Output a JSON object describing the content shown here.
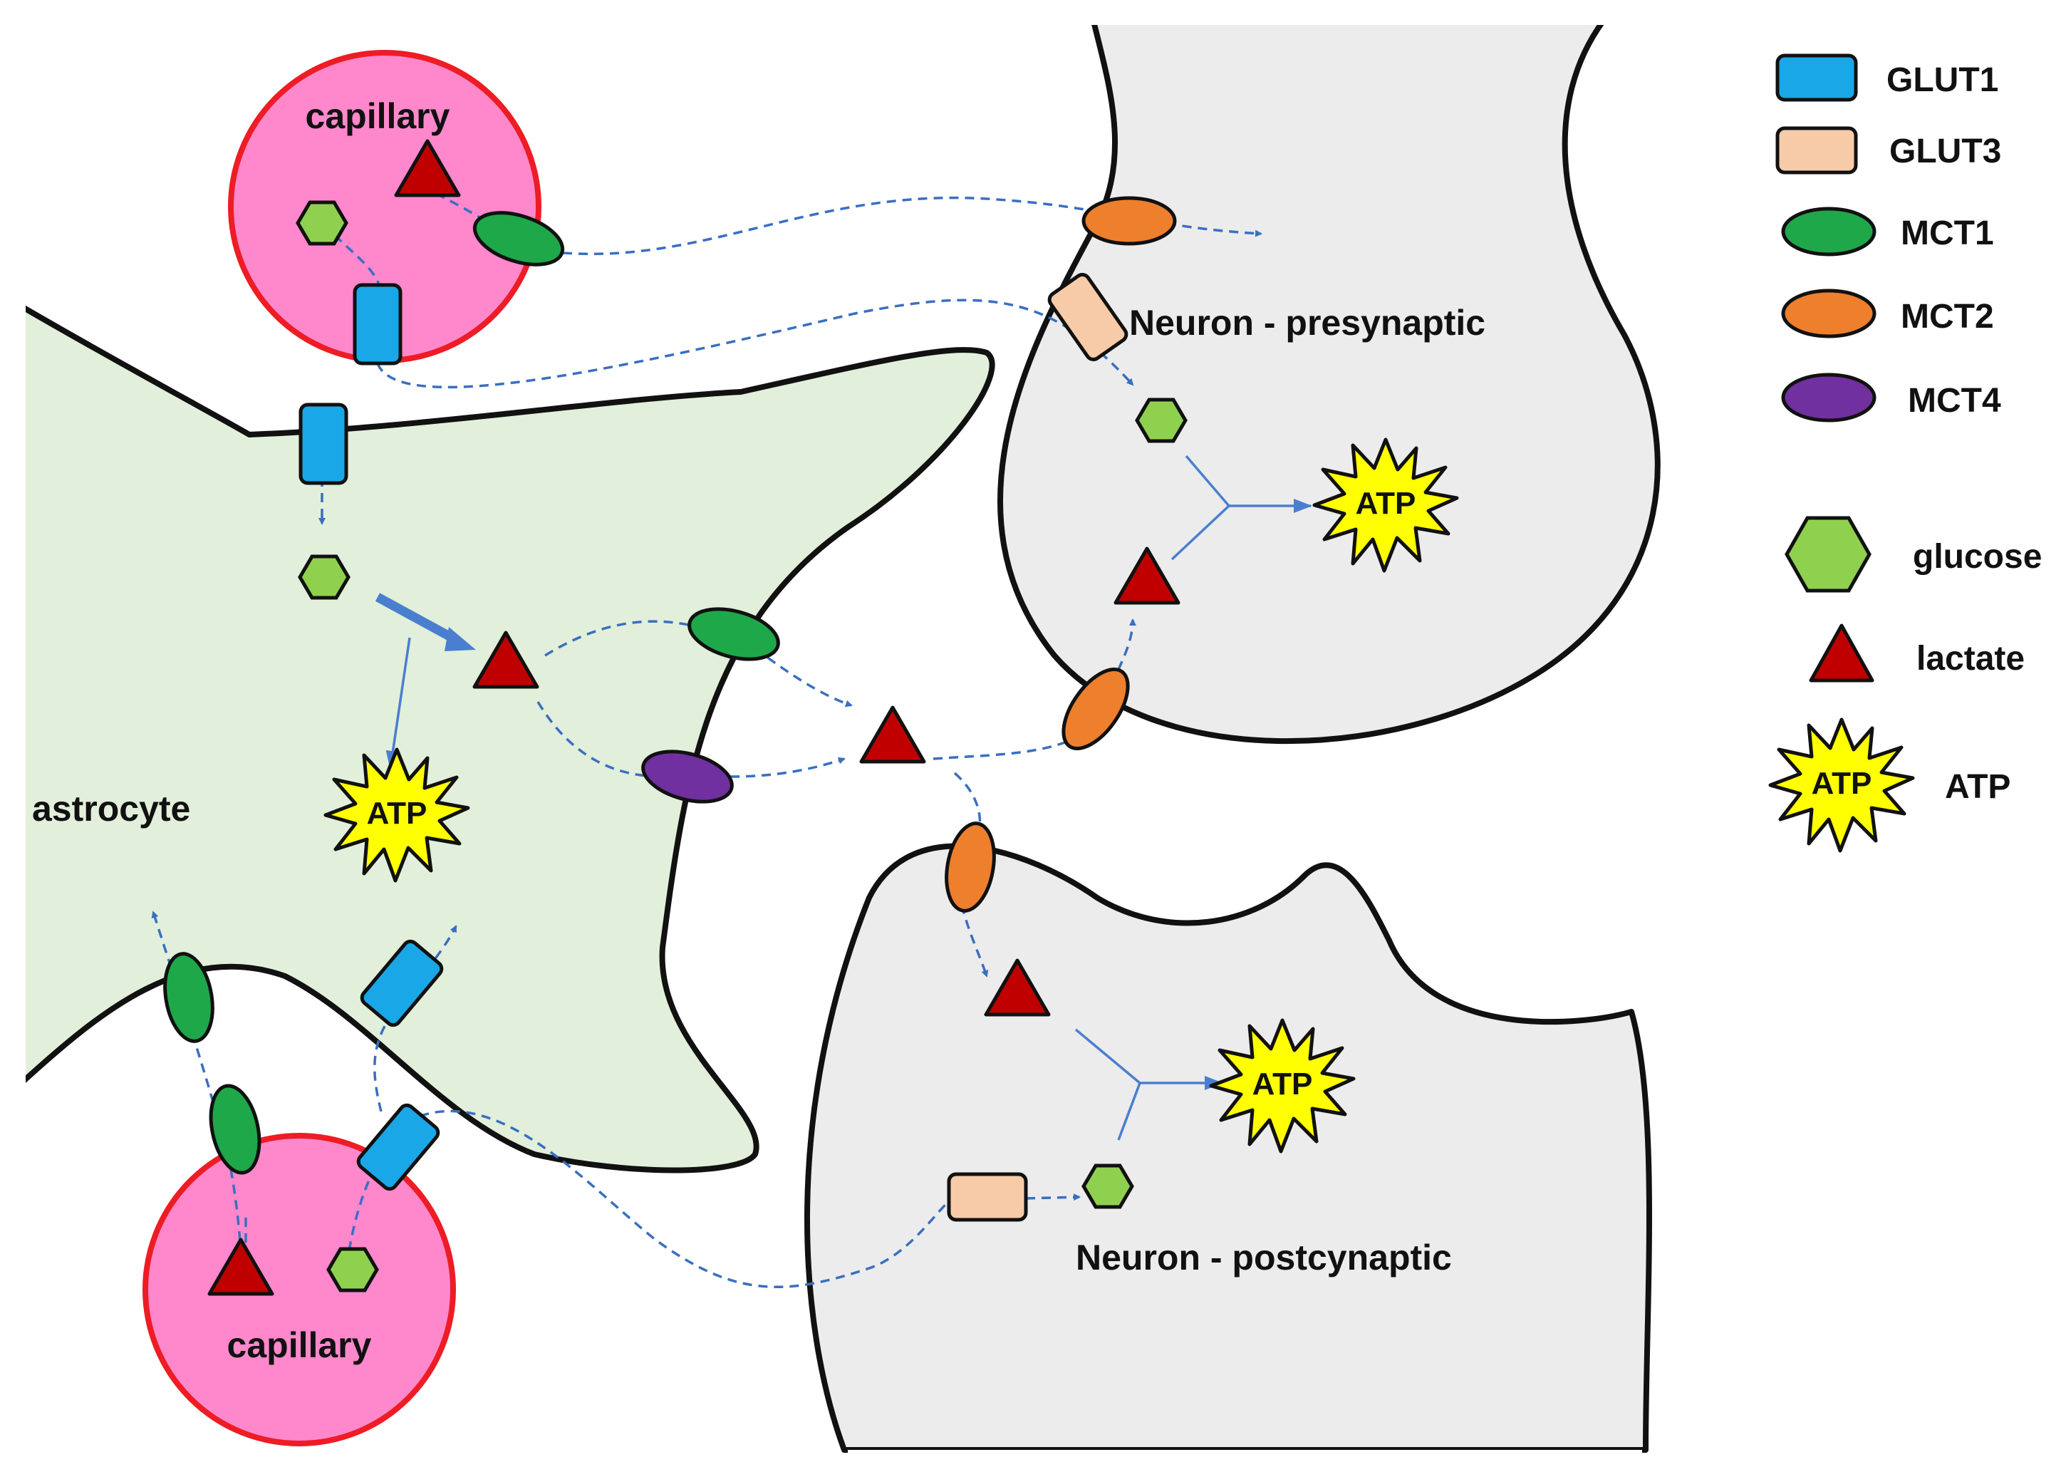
{
  "labels": {
    "capillary_top": "capillary",
    "capillary_bottom": "capillary",
    "astrocyte": "astrocyte",
    "presynaptic": "Neuron - presynaptic",
    "postsynaptic": "Neuron - postcynaptic",
    "atp": "ATP"
  },
  "legend": [
    {
      "label": "GLUT1",
      "shape": "rounded-rect",
      "color": "#1aa7e8"
    },
    {
      "label": "GLUT3",
      "shape": "rounded-rect",
      "color": "#f8cba8"
    },
    {
      "label": "MCT1",
      "shape": "ellipse",
      "color": "#1ea84a"
    },
    {
      "label": "MCT2",
      "shape": "ellipse",
      "color": "#ee7f2d"
    },
    {
      "label": "MCT4",
      "shape": "ellipse",
      "color": "#7030a0"
    },
    {
      "label": "glucose",
      "shape": "hexagon",
      "color": "#8fd14f"
    },
    {
      "label": "lactate",
      "shape": "triangle",
      "color": "#c00000"
    },
    {
      "label": "ATP",
      "shape": "starburst",
      "color": "#ffff00"
    }
  ],
  "colors": {
    "capillary_fill": "#ff88cc",
    "capillary_stroke": "#ee1c24",
    "astrocyte_fill": "#e2efda",
    "neuron_fill": "#ececec",
    "flow_arrow": "#3a6fc0"
  }
}
